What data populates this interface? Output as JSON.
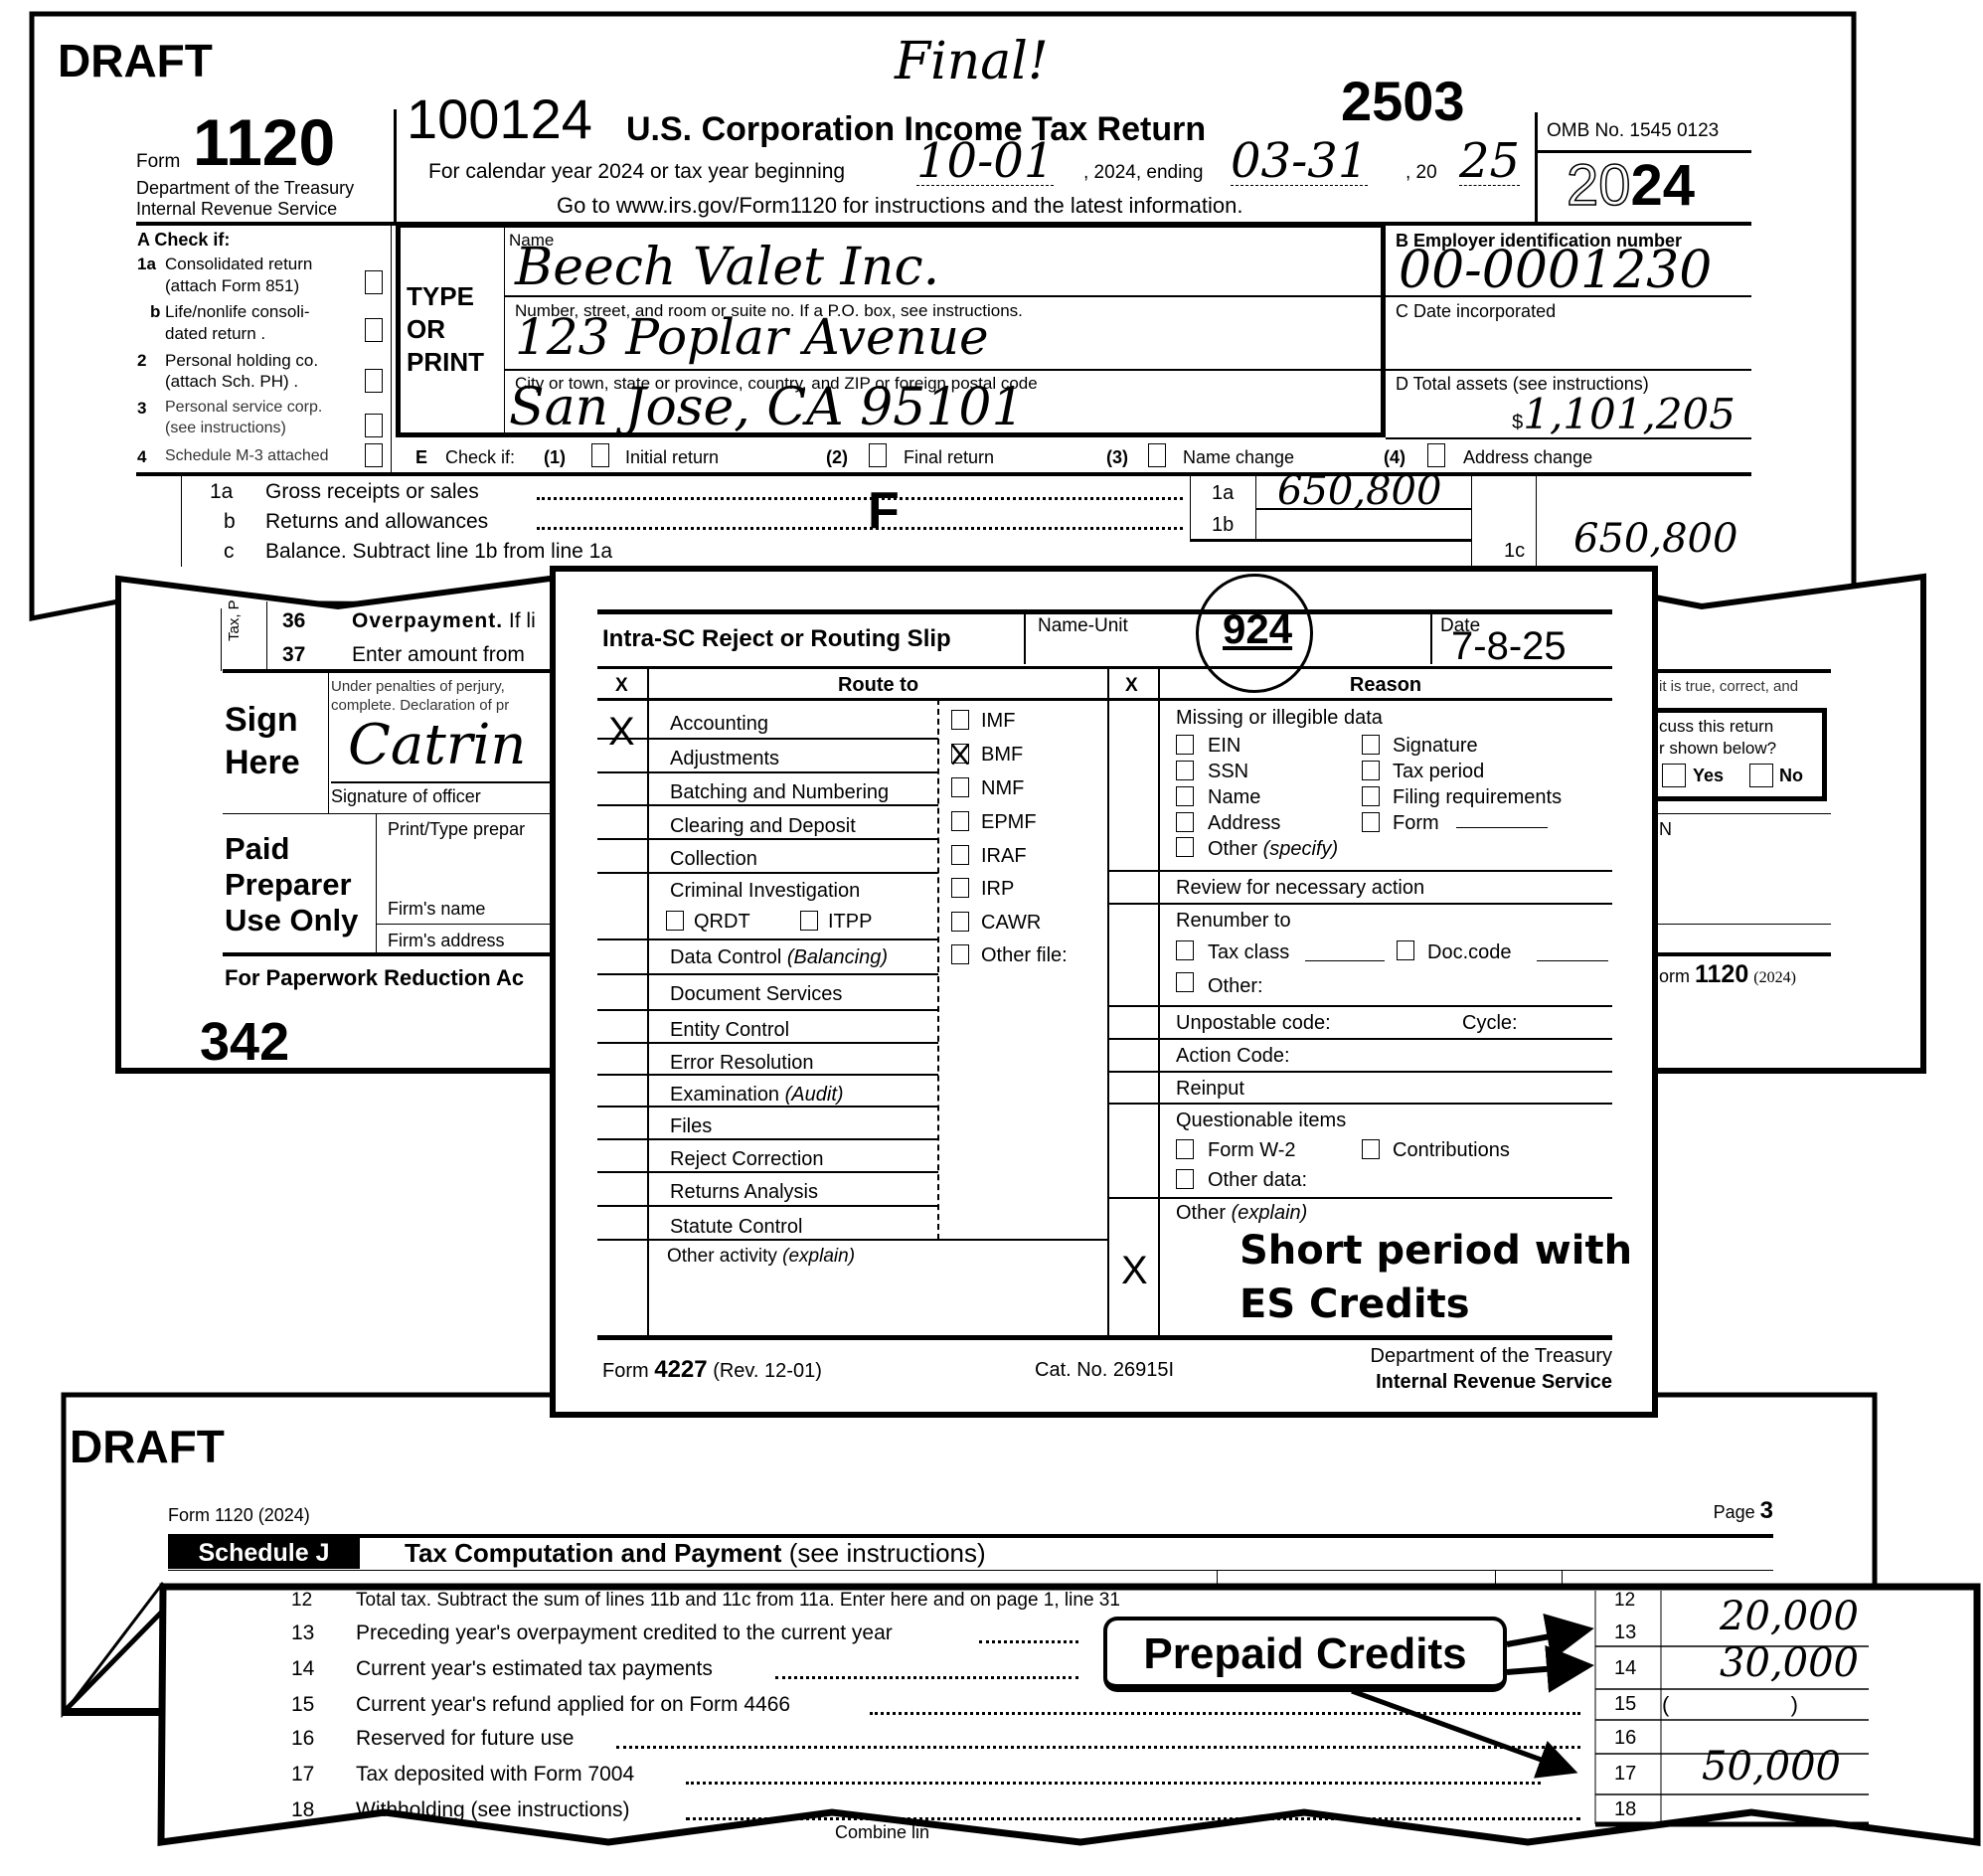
{
  "page1": {
    "draft": "DRAFT",
    "final_note": "Final!",
    "form_label": "Form",
    "form_number": "1120",
    "dept_line1": "Department of the Treasury",
    "dept_line2": "Internal Revenue Service",
    "dln": "100124",
    "title": "U.S. Corporation Income Tax Return",
    "stamp_number": "2503",
    "calendar_text": "For calendar year 2024 or tax year beginning",
    "begin_date": "10-01",
    "year_ending_text": ", 2024, ending",
    "end_date": "03-31",
    "twenty_text": ", 20",
    "end_year": "25",
    "goto_text": "Go to www.irs.gov/Form1120 for instructions and the latest information.",
    "omb": "OMB No. 1545 0123",
    "year_outline": "20",
    "year_bold": "24",
    "check_a": {
      "heading": "A  Check if:",
      "items": [
        {
          "num": "1a",
          "line1": "Consolidated return",
          "line2": "(attach Form 851)"
        },
        {
          "num": "b",
          "line1": "Life/nonlife consoli-",
          "line2": "dated return ."
        },
        {
          "num": "2",
          "line1": "Personal holding co.",
          "line2": "(attach Sch. PH) ."
        },
        {
          "num": "3",
          "line1": "Personal service corp.",
          "line2": "(see instructions)"
        },
        {
          "num": "4",
          "line1": "Schedule M-3 attached",
          "line2": ""
        }
      ]
    },
    "type_or_print": [
      "TYPE",
      "OR",
      "PRINT"
    ],
    "name_label": "Name",
    "name_value": "Beech Valet Inc.",
    "street_label": "Number, street, and room or suite no. If a P.O. box, see instructions.",
    "street_value": "123 Poplar Avenue",
    "city_label": "City or town, state or province, country, and ZIP or foreign postal code",
    "city_value": "San Jose, CA  95101",
    "ein_label": "B  Employer identification number",
    "ein_value": "00-0001230",
    "date_inc_label": "C Date incorporated",
    "assets_label": "D Total assets (see instructions)",
    "assets_dollar": "$",
    "assets_value": "1,101,205",
    "check_e": {
      "label": "E",
      "check_if": "Check if:",
      "options": [
        {
          "num": "(1)",
          "label": "Initial return"
        },
        {
          "num": "(2)",
          "label": "Final return"
        },
        {
          "num": "(3)",
          "label": "Name change"
        },
        {
          "num": "(4)",
          "label": "Address change"
        }
      ]
    },
    "lines": [
      {
        "num": "1a",
        "label": "Gross receipts or sales",
        "box": "1a",
        "value": "650,800"
      },
      {
        "num": "b",
        "label": "Returns and allowances",
        "box": "1b",
        "value": ""
      },
      {
        "num": "c",
        "label": "Balance. Subtract line 1b from line 1a",
        "box": "1c",
        "value": "650,800"
      }
    ],
    "f_mark": "F"
  },
  "page2": {
    "side_label": "Tax, P",
    "line36_num": "36",
    "line36_bold": "Overpayment.",
    "line36_text": " If li",
    "line37_num": "37",
    "line37_text": "Enter amount from",
    "sign_here": [
      "Sign",
      "Here"
    ],
    "perjury_1": "Under penalties of perjury,",
    "perjury_2": "complete. Declaration of pr",
    "perjury_right": "it is true, correct, and",
    "signature": "Catrin",
    "signature_label": "Signature of officer",
    "discuss_1": "cuss this return",
    "discuss_2": "r shown below?",
    "yes": "Yes",
    "no": "No",
    "paid_preparer": [
      "Paid",
      "Preparer",
      "Use Only"
    ],
    "print_type": "Print/Type prepar",
    "firm_name": "Firm's name",
    "firm_address": "Firm's address",
    "ptin_fragment": "N",
    "paperwork": "For Paperwork Reduction Ac",
    "form_footer_prefix": "orm ",
    "form_footer_num": "1120",
    "form_footer_year": "(2024)",
    "page_number": "342"
  },
  "page3": {
    "draft": "DRAFT",
    "form_header": "Form 1120 (2024)",
    "page_label": "Page",
    "page_num": "3",
    "schedule": "Schedule J",
    "schedule_title": "Tax Computation and Payment",
    "schedule_note": "(see instructions)",
    "lines": [
      {
        "num": "12",
        "label": "Total tax. Subtract the sum of lines 11b and 11c from 11a. Enter here and on page 1, line 31",
        "box": "12",
        "value": ""
      },
      {
        "num": "13",
        "label": "Preceding year's overpayment credited to the current year",
        "box": "13",
        "value": "20,000"
      },
      {
        "num": "14",
        "label": "Current year's estimated tax payments",
        "box": "14",
        "value": "30,000"
      },
      {
        "num": "15",
        "label": "Current year's refund applied for on Form 4466",
        "box": "15",
        "value": "(                    )"
      },
      {
        "num": "16",
        "label": "Reserved for future use",
        "box": "16",
        "value": ""
      },
      {
        "num": "17",
        "label": "Tax deposited with Form 7004",
        "box": "17",
        "value": "50,000"
      },
      {
        "num": "18",
        "label": "Withholding (see instructions)",
        "box": "18",
        "value": ""
      },
      {
        "num": "",
        "label": "Combine lin",
        "box": "",
        "value": ""
      }
    ],
    "callout": "Prepaid Credits"
  },
  "slip": {
    "title": "Intra-SC Reject or Routing Slip",
    "name_unit_label": "Name-Unit",
    "name_unit_value": "924",
    "date_label": "Date",
    "date_value": "7-8-25",
    "x_header": "X",
    "route_header": "Route to",
    "reason_header": "Reason",
    "check_mark": "X",
    "route_items": [
      {
        "label": "Accounting",
        "checked": true
      },
      {
        "label": "Adjustments",
        "checked": false
      },
      {
        "label": "Batching and Numbering",
        "checked": false
      },
      {
        "label": "Clearing and Deposit",
        "checked": false
      },
      {
        "label": "Collection",
        "checked": false
      },
      {
        "label": "Criminal Investigation",
        "checked": false
      },
      {
        "label": "Data Control",
        "note": "(Balancing)",
        "checked": false
      },
      {
        "label": "Document Services",
        "checked": false
      },
      {
        "label": "Entity Control",
        "checked": false
      },
      {
        "label": "Error Resolution",
        "checked": false
      },
      {
        "label": "Examination",
        "note": "(Audit)",
        "checked": false
      },
      {
        "label": "Files",
        "checked": false
      },
      {
        "label": "Reject Correction",
        "checked": false
      },
      {
        "label": "Returns Analysis",
        "checked": false
      },
      {
        "label": "Statute Control",
        "checked": false
      }
    ],
    "criminal_sub": [
      "QRDT",
      "ITPP"
    ],
    "other_activity": "Other activity",
    "explain": "(explain)",
    "files": [
      {
        "label": "IMF",
        "checked": false
      },
      {
        "label": "BMF",
        "checked": true
      },
      {
        "label": "NMF",
        "checked": false
      },
      {
        "label": "EPMF",
        "checked": false
      },
      {
        "label": "IRAF",
        "checked": false
      },
      {
        "label": "IRP",
        "checked": false
      },
      {
        "label": "CAWR",
        "checked": false
      },
      {
        "label": "Other file:",
        "checked": false
      }
    ],
    "reasons": {
      "missing_heading": "Missing or illegible data",
      "missing_left": [
        "EIN",
        "SSN",
        "Name",
        "Address"
      ],
      "missing_other": "Other",
      "specify": "(specify)",
      "missing_right": [
        "Signature",
        "Tax period",
        "Filing requirements",
        "Form"
      ],
      "review": "Review for necessary action",
      "renumber": "Renumber to",
      "tax_class": "Tax class",
      "doc_code": "Doc.code",
      "renumber_other": "Other:",
      "unpostable": "Unpostable code:",
      "cycle": "Cycle:",
      "action_code": "Action Code:",
      "reinput": "Reinput",
      "questionable": "Questionable items",
      "form_w2": "Form W-2",
      "contributions": "Contributions",
      "other_data": "Other data:",
      "other_explain_label": "Other",
      "other_explain_note": "(explain)",
      "other_explain_line1": "Short period with",
      "other_explain_line2": "ES Credits"
    },
    "footer_form_prefix": "Form",
    "footer_form_num": "4227",
    "footer_rev": "(Rev. 12-01)",
    "cat_no": "Cat. No. 26915I",
    "dept": "Department of the Treasury",
    "irs": "Internal Revenue Service"
  }
}
